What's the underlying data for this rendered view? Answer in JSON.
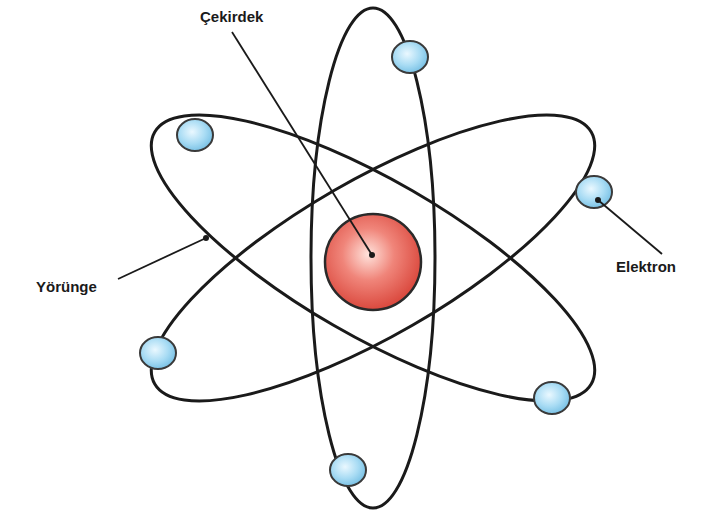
{
  "diagram": {
    "labels": [
      "Çekirdek",
      "Yörünge",
      "Elektron"
    ]
  }
}
